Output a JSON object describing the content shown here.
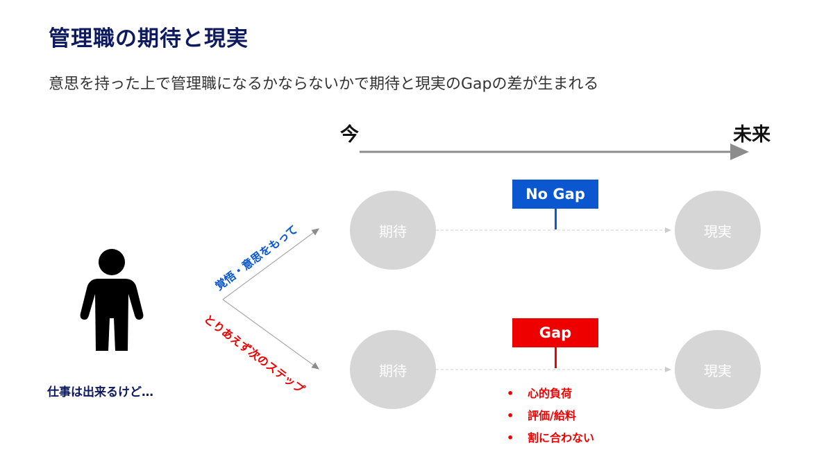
{
  "title": "管理職の期待と現実",
  "subtitle": "意思を持った上で管理職になるかならないかで期待と現実のGapの差が生まれる",
  "timeline": {
    "start_label": "今",
    "end_label": "未来"
  },
  "person": {
    "caption": "仕事は出来るけど…"
  },
  "branches": {
    "upper_label": "覚悟・意思をもって",
    "lower_label": "とりあえず次のステップ"
  },
  "rows": [
    {
      "expectation": "期待",
      "reality": "現実",
      "gap_label": "No Gap",
      "gap_color": "#0a57d0"
    },
    {
      "expectation": "期待",
      "reality": "現実",
      "gap_label": "Gap",
      "gap_color": "#ee0000"
    }
  ],
  "gap_reasons": [
    "心的負荷",
    "評価/給料",
    "割に合わない"
  ],
  "colors": {
    "title": "#0d1a5f",
    "blue": "#0a57d0",
    "red": "#ee0000",
    "circle": "#d6d6d6"
  }
}
